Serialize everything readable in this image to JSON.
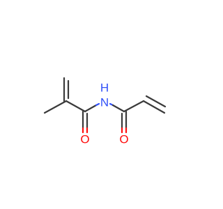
{
  "molecule": {
    "atoms": {
      "nitrogen": {
        "element": "N",
        "hydrogen": "H",
        "color": "#3050f8"
      },
      "oxygen_left": {
        "element": "O",
        "color": "#ff0d0d"
      },
      "oxygen_right": {
        "element": "O",
        "color": "#ff0d0d"
      }
    },
    "bond_color": "#3a3a3a"
  }
}
